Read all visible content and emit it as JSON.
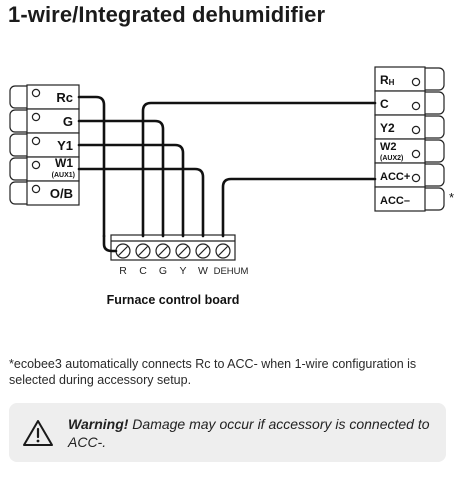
{
  "title": "1-wire/Integrated dehumidifier",
  "thermostat_terminals": [
    {
      "main": "Rc",
      "sub": ""
    },
    {
      "main": "G",
      "sub": ""
    },
    {
      "main": "Y1",
      "sub": ""
    },
    {
      "main": "W1",
      "sub": "(AUX1)"
    },
    {
      "main": "O/B",
      "sub": ""
    }
  ],
  "accessory_terminals": [
    {
      "main": "R",
      "small": "H",
      "sub": ""
    },
    {
      "main": "C",
      "small": "",
      "sub": ""
    },
    {
      "main": "Y2",
      "small": "",
      "sub": ""
    },
    {
      "main": "W2",
      "small": "",
      "sub": "(AUX2)"
    },
    {
      "main": "ACC+",
      "small": "",
      "sub": ""
    },
    {
      "main": "ACC–",
      "small": "",
      "sub": ""
    }
  ],
  "accessory_asterisk": "*",
  "furnace_terminals": [
    "R",
    "C",
    "G",
    "Y",
    "W",
    "DEHUM"
  ],
  "furnace_label": "Furnace control board",
  "footnote": "*ecobee3 automatically connects Rc to ACC- when 1-wire configuration is selected during accessory setup.",
  "warning": {
    "bold": "Warning!",
    "text": " Damage may occur if accessory is connected to ACC-.",
    "icon": "warning-triangle-icon"
  },
  "colors": {
    "wire": "#111111",
    "panel_border": "#222222",
    "warning_bg": "#eeeeee"
  }
}
